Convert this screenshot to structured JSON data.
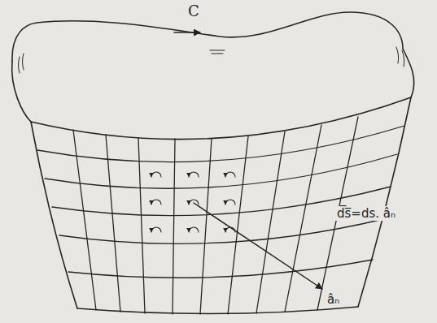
{
  "diagram": {
    "labels": [
      "C",
      "d̅s̅=ds. âₙ",
      "âₙ"
    ]
  }
}
